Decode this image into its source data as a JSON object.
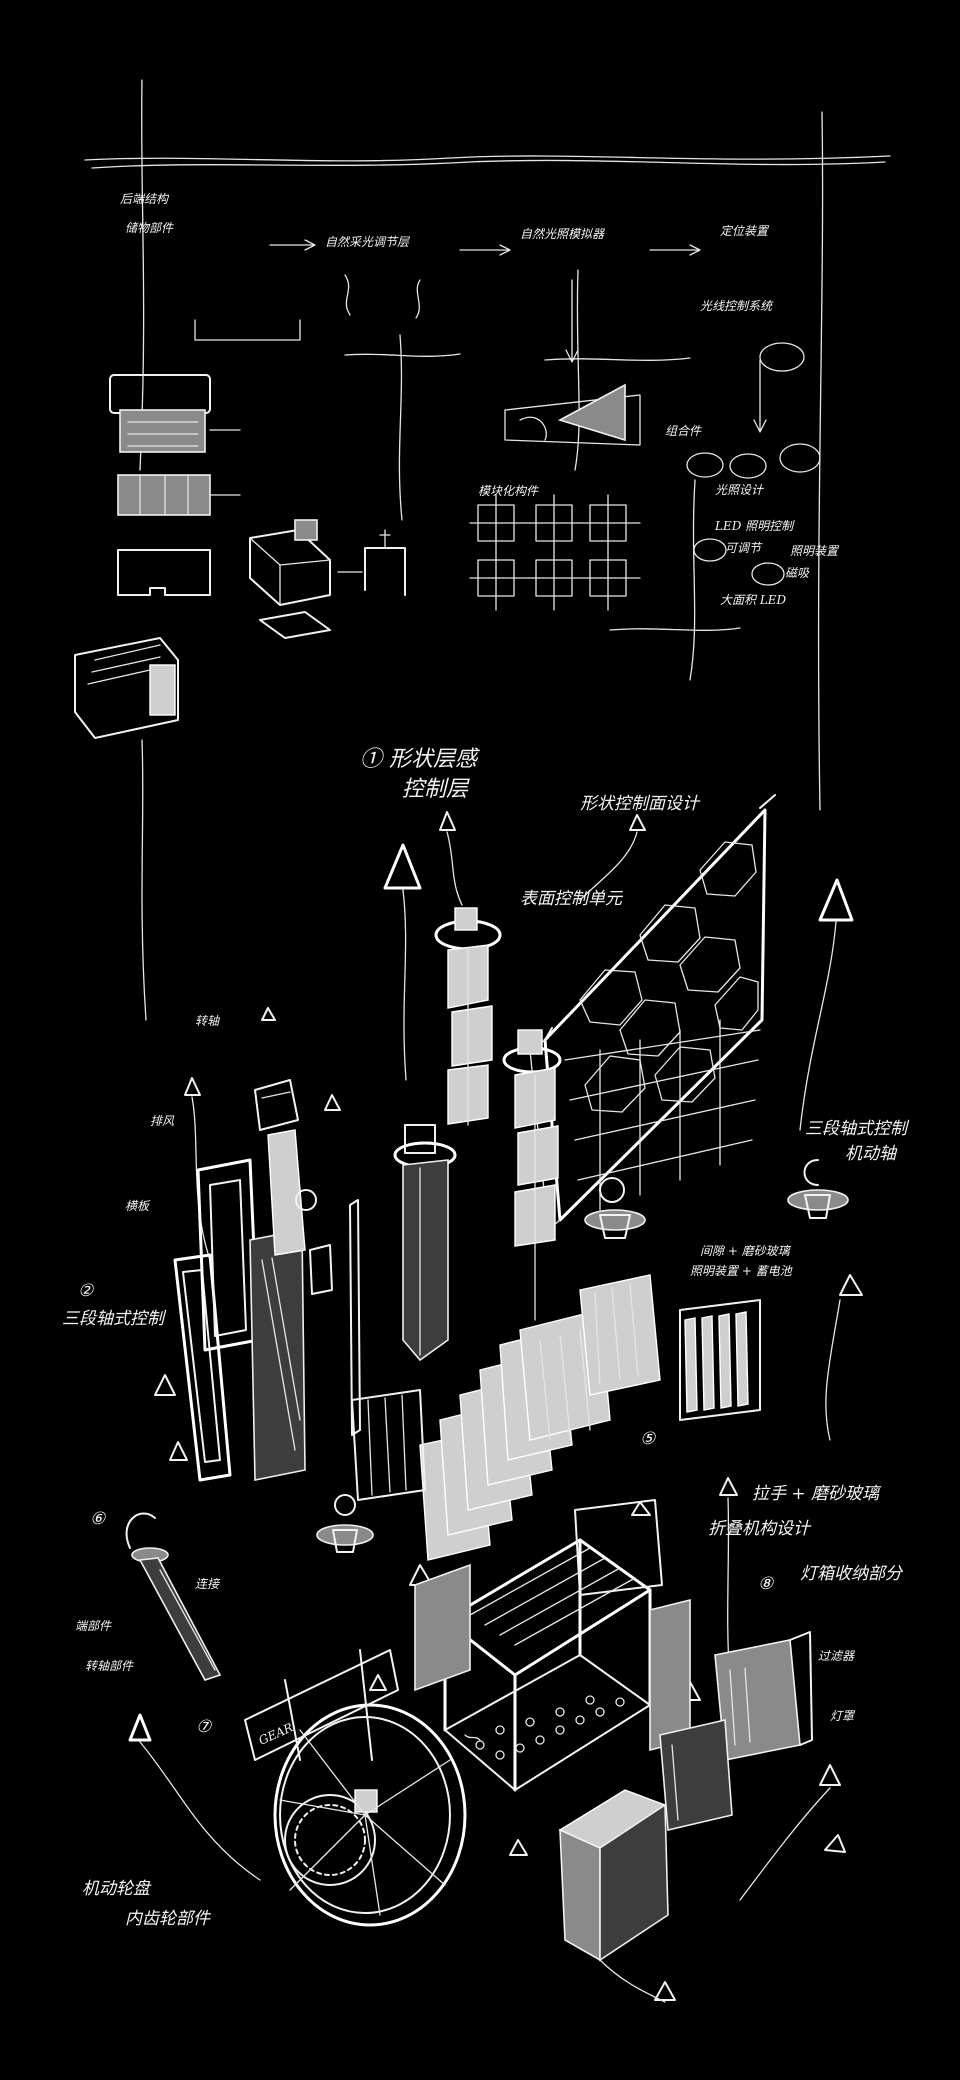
{
  "labels": {
    "title_layer": "① 形状层感",
    "title_layer2": "控制层",
    "hex_screen": "形状控制面设计",
    "hex_note": "表面控制单元",
    "screen_note1": "间隙 + 磨砂玻璃",
    "screen_note2": "照明装置 + 蓄电池",
    "gear_note": "三段轴式控制",
    "gear_note2": "机动轴",
    "left_num": "②",
    "left_title": "三段轴式控制",
    "left_side1": "排风",
    "left_side2": "横板",
    "left_side3": "转轴",
    "num6": "⑥",
    "num7": "⑦",
    "num5": "⑤",
    "rod_note1": "端部件",
    "rod_note2": "转轴部件",
    "rod_note3": "连接",
    "wheel_note1": "机动轮盘",
    "wheel_note2": "内齿轮部件",
    "wheel_label": "GEAR",
    "frame_note1": "拉手 + 磨砂玻璃",
    "frame_note2": "折叠机构设计",
    "cube_num": "⑧",
    "cube_note": "灯箱收纳部分",
    "cube_note2": "过滤器",
    "cube_note3": "灯罩",
    "top_1": "后端结构",
    "top_2": "储物部件",
    "top_3": "自然采光调节层",
    "top_4": "自然光照模拟器",
    "top_5": "定位装置",
    "top_6": "光线控制系统",
    "top_7": "组合件",
    "top_8": "光照设计",
    "top_9": "LED 照明控制",
    "top_10": "可调节",
    "top_11": "磁吸",
    "top_12": "照明装置",
    "top_13": "大面积 LED",
    "grid_note": "模块化构件"
  }
}
